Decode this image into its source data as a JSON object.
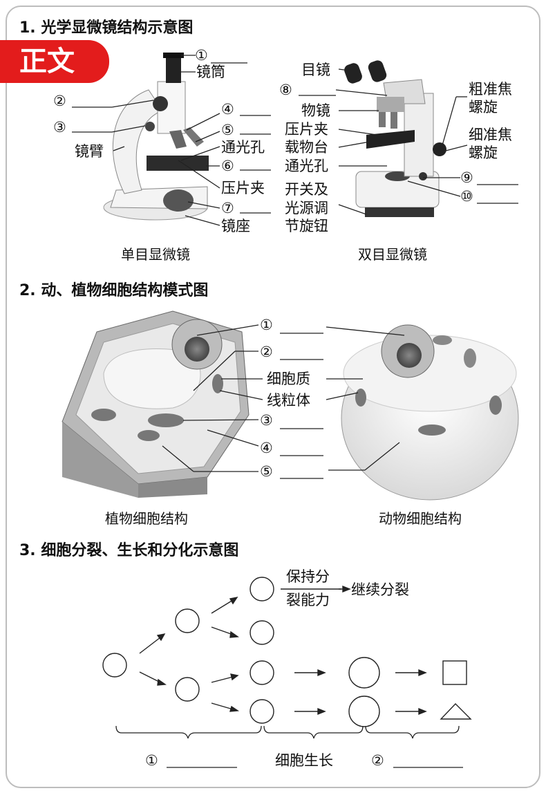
{
  "badge": "正文",
  "section1": {
    "title": "1. 光学显微镜结构示意图",
    "mono": {
      "caption": "单目显微镜",
      "n1": "①",
      "tube": "镜筒",
      "n2": "②",
      "n3": "③",
      "arm": "镜臂",
      "n4": "④",
      "n5": "⑤",
      "aperture": "通光孔",
      "n6": "⑥",
      "clip": "压片夹",
      "n7": "⑦",
      "base": "镜座"
    },
    "bino": {
      "caption": "双目显微镜",
      "eyepiece": "目镜",
      "n8": "⑧",
      "objective": "物镜",
      "clip": "压片夹",
      "stage": "载物台",
      "aperture": "通光孔",
      "switch_l1": "开关及",
      "switch_l2": "光源调",
      "switch_l3": "节旋钮",
      "coarse_l1": "粗准焦",
      "coarse_l2": "螺旋",
      "fine_l1": "细准焦",
      "fine_l2": "螺旋",
      "n9": "⑨",
      "n10": "⑩"
    }
  },
  "section2": {
    "title": "2. 动、植物细胞结构模式图",
    "n1": "①",
    "n2": "②",
    "cytoplasm": "细胞质",
    "mitochondria": "线粒体",
    "n3": "③",
    "n4": "④",
    "n5": "⑤",
    "plant_caption": "植物细胞结构",
    "animal_caption": "动物细胞结构"
  },
  "section3": {
    "title": "3. 细胞分裂、生长和分化示意图",
    "keep_l1": "保持分",
    "keep_l2": "裂能力",
    "continue": "继续分裂",
    "n1": "①",
    "growth": "细胞生长",
    "n2": "②"
  }
}
